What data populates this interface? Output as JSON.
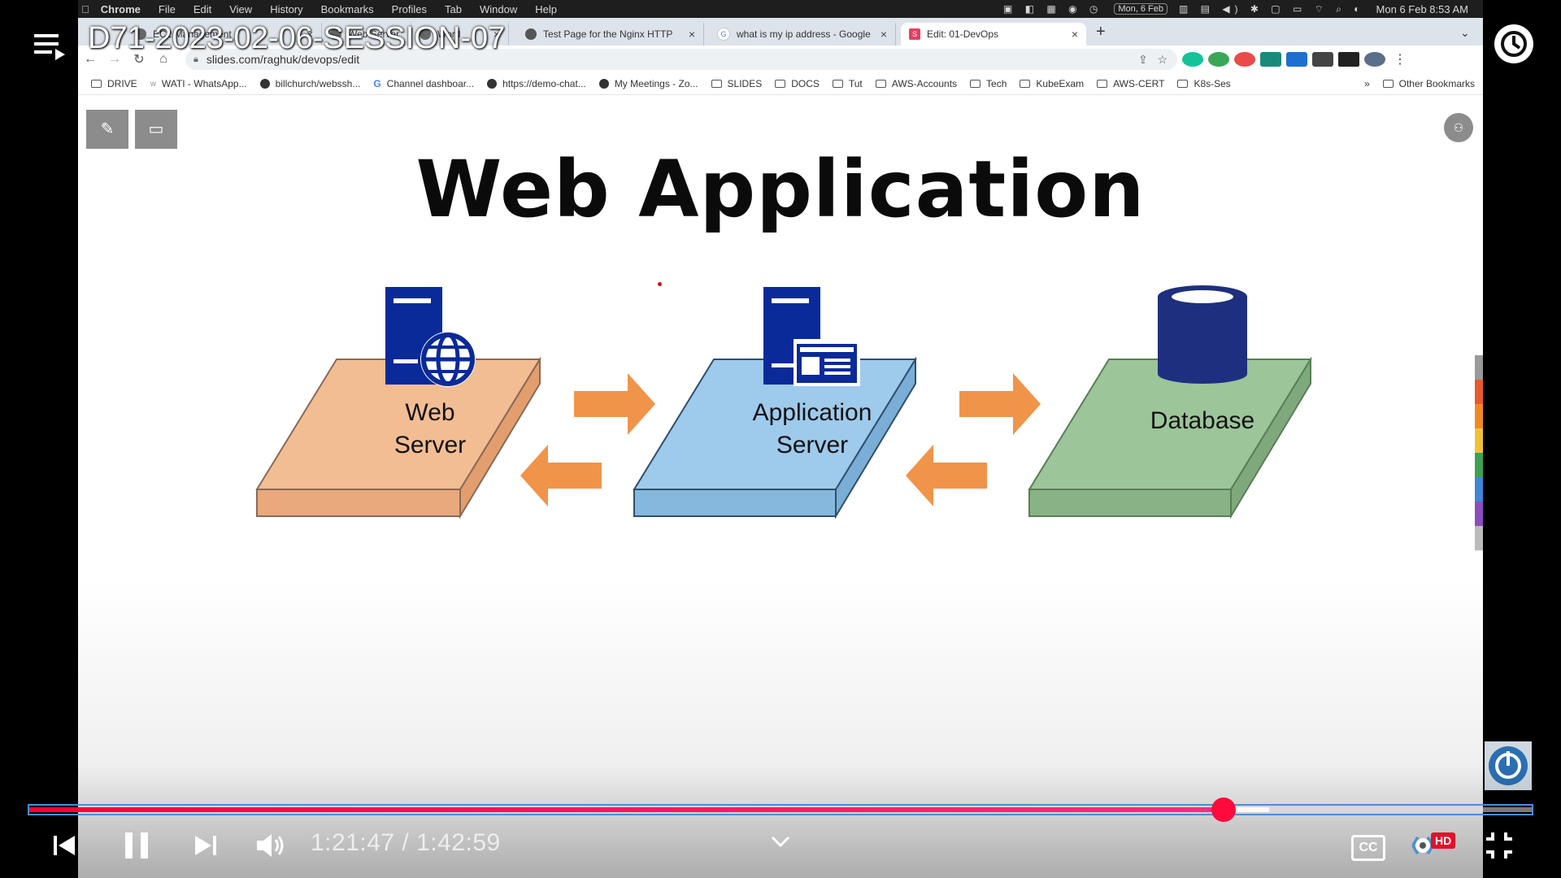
{
  "menubar": {
    "app": "Chrome",
    "items": [
      "File",
      "Edit",
      "View",
      "History",
      "Bookmarks",
      "Profiles",
      "Tab",
      "Window",
      "Help"
    ],
    "date_pill": "Mon, 6 Feb",
    "clock": "Mon 6 Feb  8:53 AM"
  },
  "tabs": [
    {
      "label": "EC2 Management",
      "active": false
    },
    {
      "label": "Web Server",
      "active": false
    },
    {
      "label": "Word",
      "active": false
    },
    {
      "label": "Test Page for the Nginx HTTP",
      "active": false
    },
    {
      "label": "what is my ip address - Google",
      "active": false
    },
    {
      "label": "Edit: 01-DevOps",
      "active": true
    }
  ],
  "toolbar": {
    "url": "slides.com/raghuk/devops/edit",
    "back_icon": "arrow-left-icon",
    "forward_icon": "arrow-right-icon",
    "reload_icon": "reload-icon",
    "home_icon": "home-icon"
  },
  "bookmarks": [
    {
      "label": "DRIVE",
      "icon": "folder"
    },
    {
      "label": "WATI - WhatsApp...",
      "icon": "site"
    },
    {
      "label": "billchurch/webssh...",
      "icon": "github"
    },
    {
      "label": "Channel dashboar...",
      "icon": "google"
    },
    {
      "label": "https://demo-chat...",
      "icon": "site"
    },
    {
      "label": "My Meetings - Zo...",
      "icon": "site"
    },
    {
      "label": "SLIDES",
      "icon": "folder"
    },
    {
      "label": "DOCS",
      "icon": "folder"
    },
    {
      "label": "Tut",
      "icon": "folder"
    },
    {
      "label": "AWS-Accounts",
      "icon": "folder"
    },
    {
      "label": "Tech",
      "icon": "folder"
    },
    {
      "label": "KubeExam",
      "icon": "folder"
    },
    {
      "label": "AWS-CERT",
      "icon": "folder"
    },
    {
      "label": "K8s-Ses",
      "icon": "folder"
    }
  ],
  "bookmarks_overflow": "»",
  "other_bookmarks": "Other Bookmarks",
  "slide": {
    "title": "Web Application",
    "web_server": [
      "Web",
      "Server"
    ],
    "app_server": [
      "Application",
      "Server"
    ],
    "database": "Database",
    "colors": {
      "web": "#f3bd93",
      "app": "#9ecaec",
      "db": "#9cc59a",
      "arrow": "#f0944a",
      "icon": "#0a2a99"
    }
  },
  "video": {
    "title": "D71-2023-02-06-SESSION-07",
    "time": "1:21:47 / 1:42:59",
    "played_fraction": 0.795,
    "buffered_fraction": 0.825,
    "hd_badge": "HD",
    "cc_label": "CC",
    "accent": "#ff0033"
  }
}
